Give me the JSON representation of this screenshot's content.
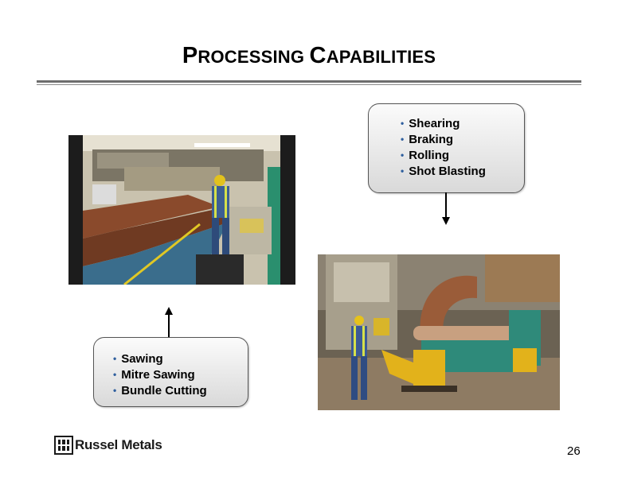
{
  "slide": {
    "title_first": "P",
    "title_rest_1": "ROCESSING ",
    "title_second": "C",
    "title_rest_2": "APABILITIES",
    "page_number": "26"
  },
  "top_box": {
    "items": [
      "Shearing",
      "Braking",
      "Rolling",
      "Shot Blasting"
    ]
  },
  "bottom_box": {
    "items": [
      "Sawing",
      "Mitre Sawing",
      "Bundle Cutting"
    ]
  },
  "logo": {
    "text": "Russel Metals",
    "icon": "russel-metals-logo-icon"
  },
  "colors": {
    "bullet": "#2f5f9e",
    "rule": "#6e6e6e"
  }
}
